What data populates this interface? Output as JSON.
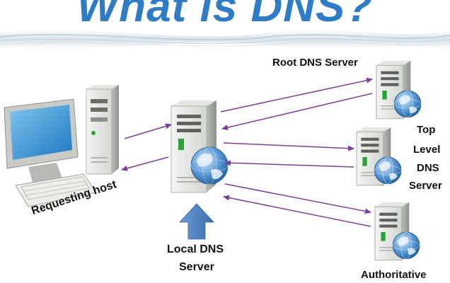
{
  "title": "What is DNS?",
  "nodes": {
    "requesting_host": {
      "label": "Requesting host"
    },
    "local_dns": {
      "label_line1": "Local DNS",
      "label_line2": "Server"
    },
    "root_dns": {
      "label": "Root DNS Server"
    },
    "tld_dns": {
      "label_line1": "Top",
      "label_line2": "Level",
      "label_line3": "DNS",
      "label_line4": "Server"
    },
    "authoritative_dns": {
      "label": "Authoritative"
    }
  },
  "colors": {
    "title": "#2f7cc6",
    "arrow": "#7a3f98",
    "block_arrow": "#4a7fc1"
  }
}
